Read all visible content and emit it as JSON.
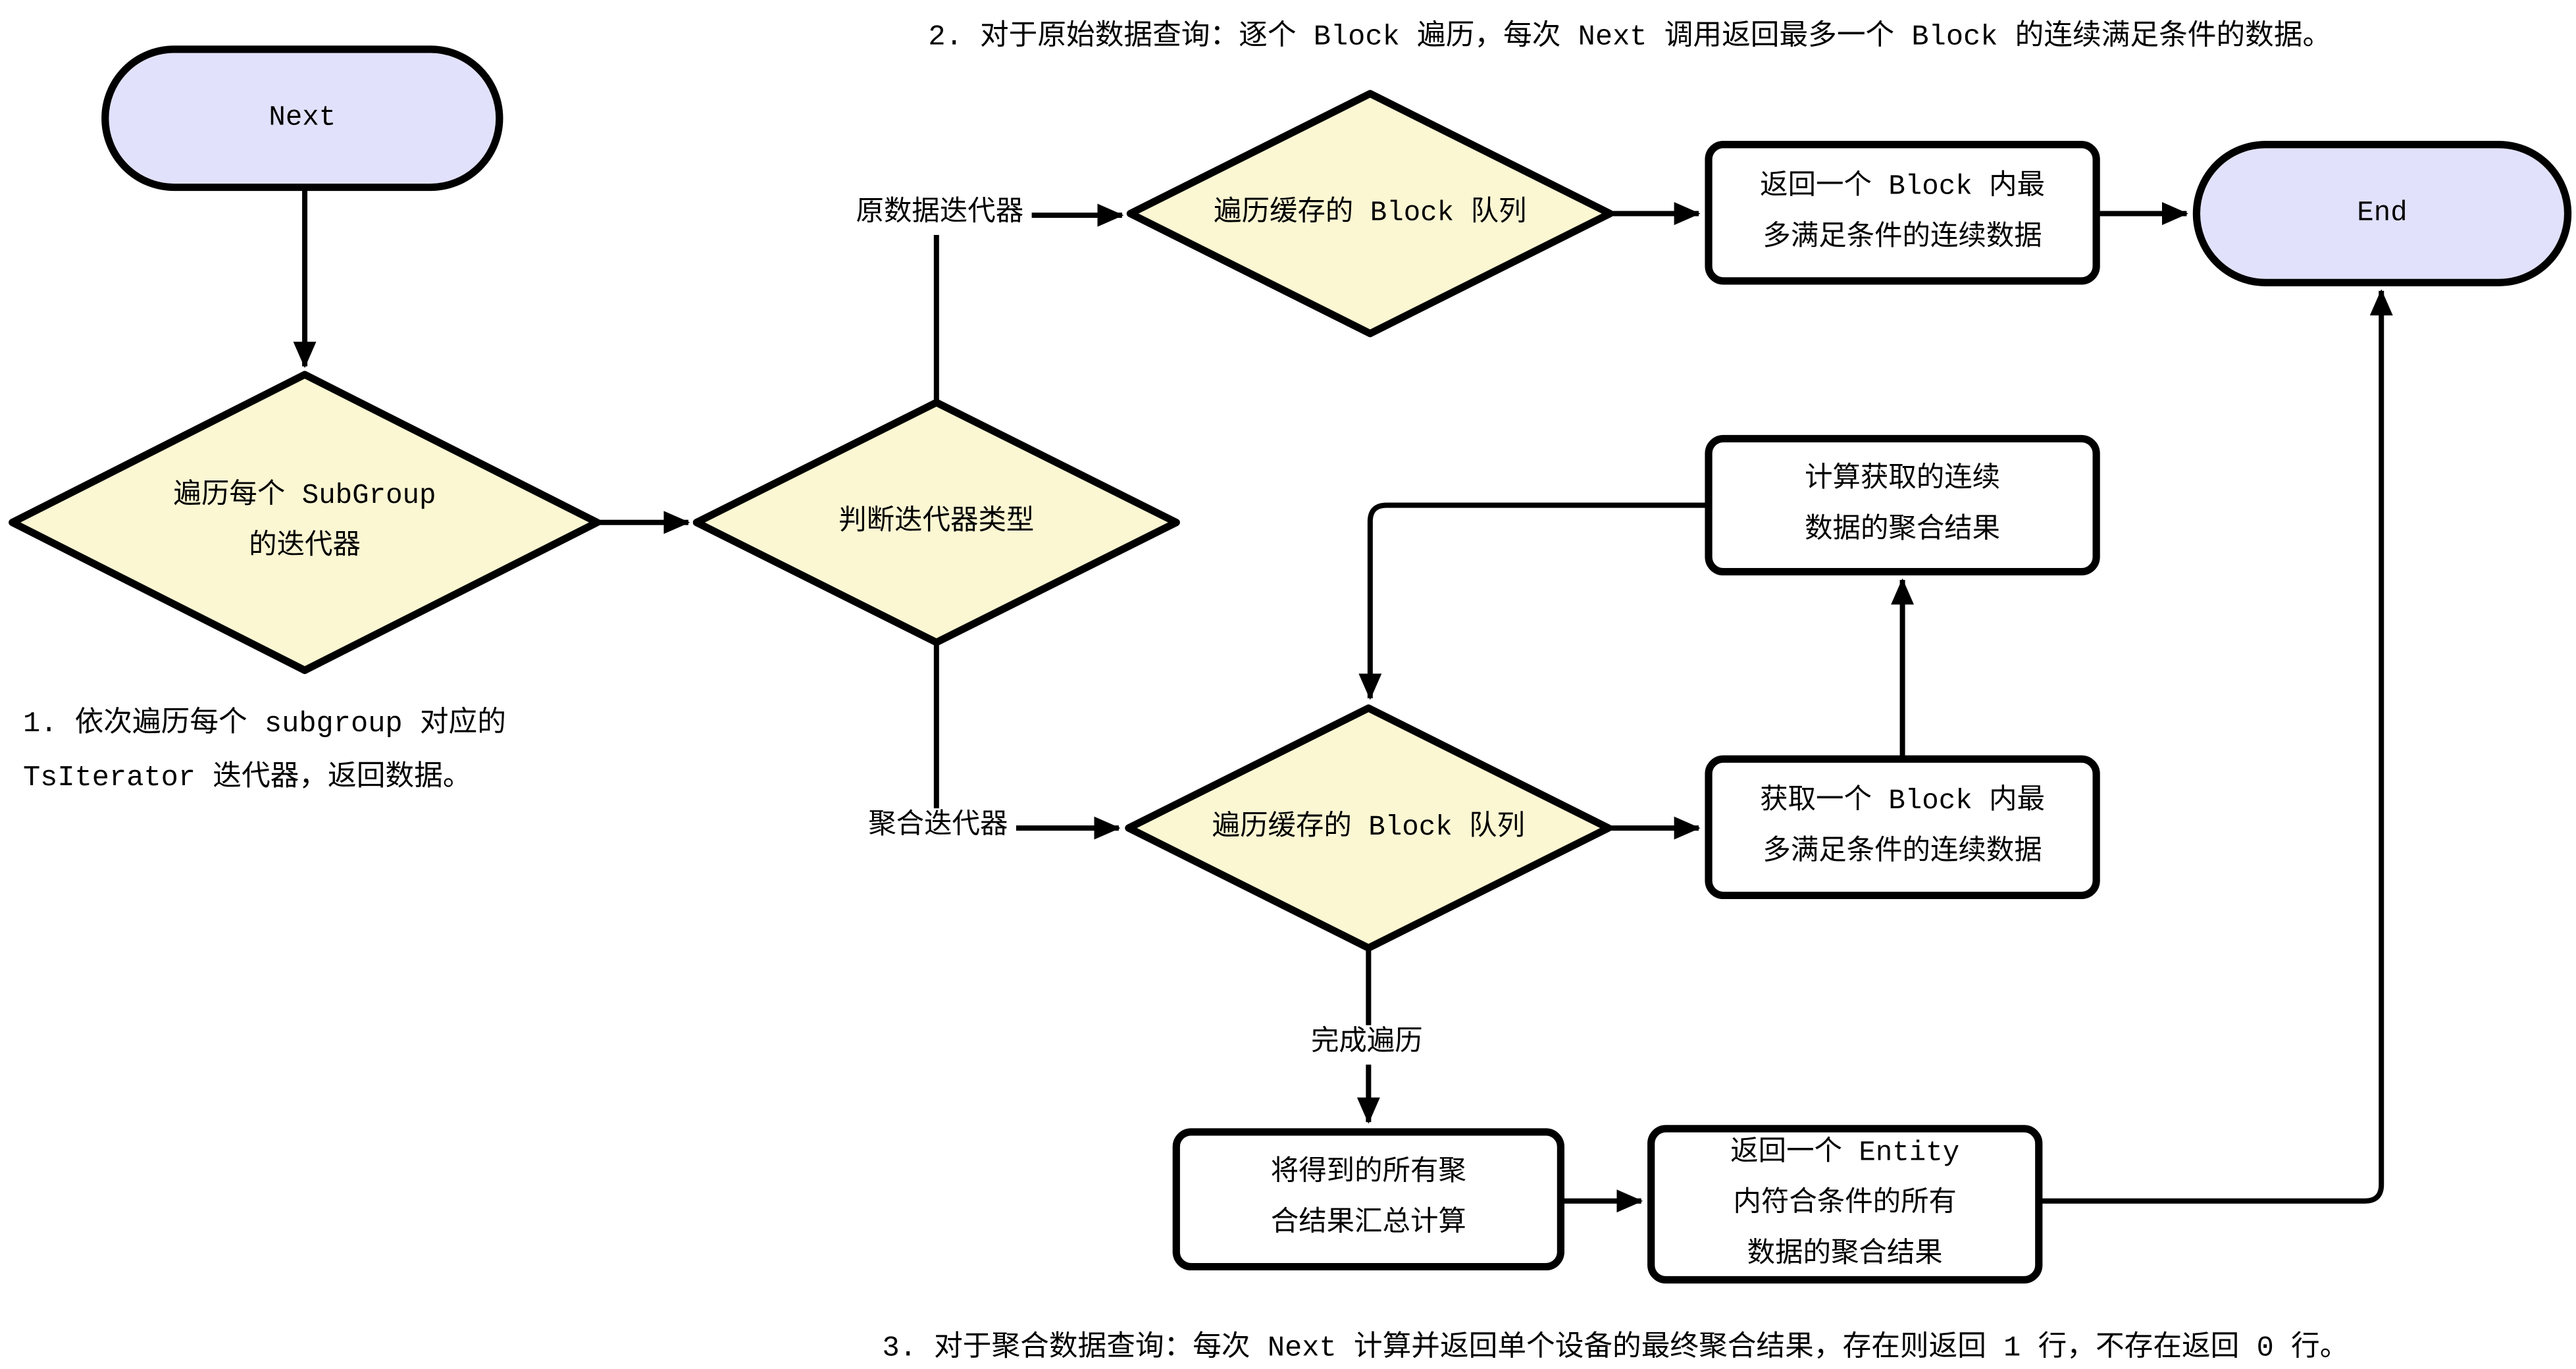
{
  "diagram": {
    "nodes": {
      "next": {
        "label": "Next",
        "type": "terminal"
      },
      "loop_subgroup": {
        "label": "遍历每个 SubGroup\n的迭代器",
        "type": "decision"
      },
      "judge_iterator": {
        "label": "判断迭代器类型",
        "type": "decision"
      },
      "raw_block_queue": {
        "label": "遍历缓存的 Block 队列",
        "type": "decision"
      },
      "raw_return": {
        "label": "返回一个 Block 内最\n多满足条件的连续数据",
        "type": "process"
      },
      "end": {
        "label": "End",
        "type": "terminal"
      },
      "agg_compute": {
        "label": "计算获取的连续\n数据的聚合结果",
        "type": "process"
      },
      "agg_block_queue": {
        "label": "遍历缓存的 Block 队列",
        "type": "decision"
      },
      "agg_fetch": {
        "label": "获取一个 Block 内最\n多满足条件的连续数据",
        "type": "process"
      },
      "agg_summarize": {
        "label": "将得到的所有聚\n合结果汇总计算",
        "type": "process"
      },
      "agg_return": {
        "label": "返回一个 Entity\n内符合条件的所有\n数据的聚合结果",
        "type": "process"
      }
    },
    "edge_labels": {
      "raw_iterator": "原数据迭代器",
      "agg_iterator": "聚合迭代器",
      "finish_traverse": "完成遍历"
    },
    "notes": {
      "note1": "1. 依次遍历每个 subgroup 对应的\nTsIterator 迭代器，返回数据。",
      "note2": "2. 对于原始数据查询：逐个 Block 遍历，每次 Next 调用返回最多一个 Block 的连续满足条件的数据。",
      "note3": "3. 对于聚合数据查询：每次 Next 计算并返回单个设备的最终聚合结果，存在则返回 1 行，不存在返回 0 行。"
    },
    "colors": {
      "terminal_fill": "#E1E1FB",
      "decision_fill": "#FBF7D3",
      "process_fill": "#FFFFFF",
      "line": "#000000"
    }
  }
}
